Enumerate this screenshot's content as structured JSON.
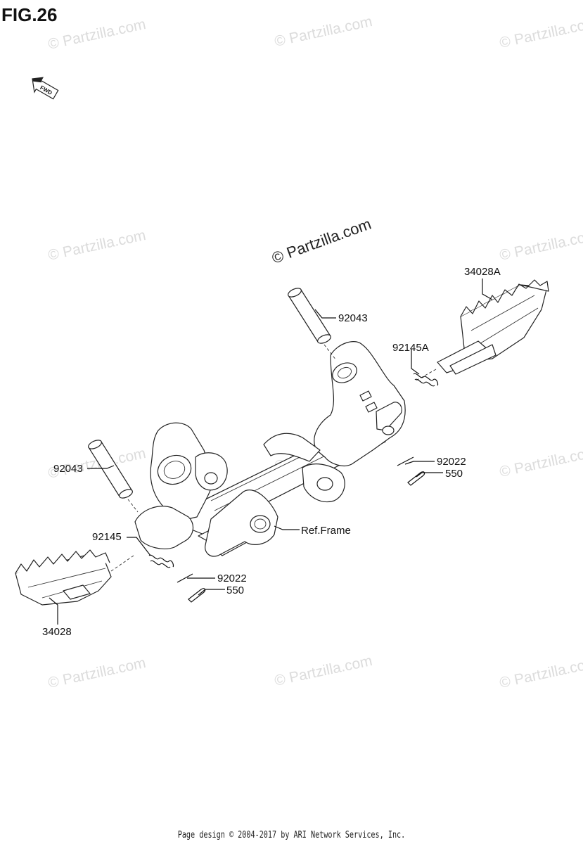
{
  "figure": {
    "title": "FIG.26"
  },
  "fwd_label": "FWD",
  "watermark": {
    "text": "© Partzilla.com",
    "main_text": "© Partzilla.com"
  },
  "callouts": [
    {
      "id": "34028A",
      "label": "34028A"
    },
    {
      "id": "92043-right",
      "label": "92043"
    },
    {
      "id": "92145A",
      "label": "92145A"
    },
    {
      "id": "92022-right",
      "label": "92022"
    },
    {
      "id": "550-right",
      "label": "550"
    },
    {
      "id": "92043-left",
      "label": "92043"
    },
    {
      "id": "92145",
      "label": "92145"
    },
    {
      "id": "ref-frame",
      "label": "Ref.Frame"
    },
    {
      "id": "92022-left",
      "label": "92022"
    },
    {
      "id": "550-left",
      "label": "550"
    },
    {
      "id": "34028",
      "label": "34028"
    }
  ],
  "footer": {
    "text": "Page design © 2004-2017 by ARI Network Services, Inc."
  }
}
